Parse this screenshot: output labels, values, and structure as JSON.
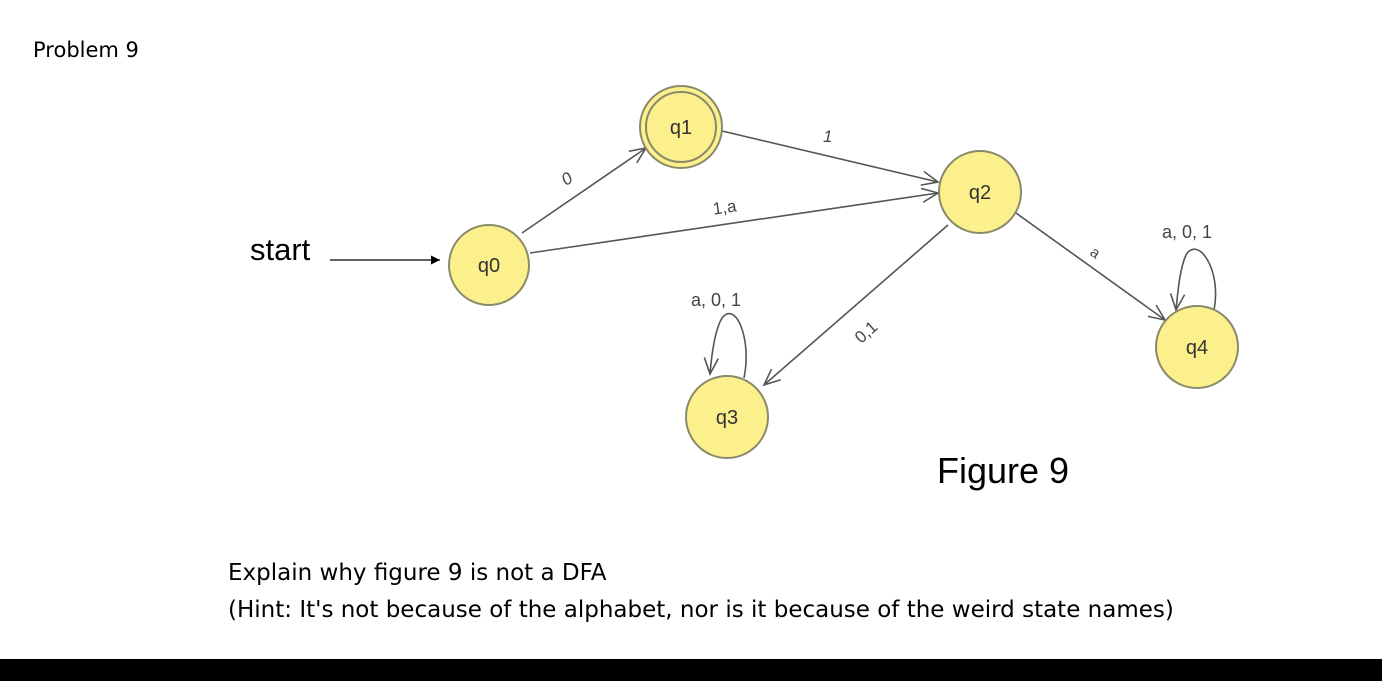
{
  "problem_title": "Problem 9",
  "figure": {
    "caption": "Figure 9",
    "start_label": "start",
    "colors": {
      "state_fill": "#fbf08c",
      "state_stroke": "#8a8a6a",
      "edge": "#555555"
    },
    "states": [
      {
        "id": "q0",
        "label": "q0",
        "accepting": false,
        "start": true
      },
      {
        "id": "q1",
        "label": "q1",
        "accepting": true,
        "start": false
      },
      {
        "id": "q2",
        "label": "q2",
        "accepting": false,
        "start": false
      },
      {
        "id": "q3",
        "label": "q3",
        "accepting": false,
        "start": false
      },
      {
        "id": "q4",
        "label": "q4",
        "accepting": false,
        "start": false
      }
    ],
    "transitions": [
      {
        "from": "q0",
        "to": "q1",
        "label": "0"
      },
      {
        "from": "q0",
        "to": "q2",
        "label": "1,a"
      },
      {
        "from": "q1",
        "to": "q2",
        "label": "1"
      },
      {
        "from": "q2",
        "to": "q3",
        "label": "0,1"
      },
      {
        "from": "q2",
        "to": "q4",
        "label": "a"
      },
      {
        "from": "q3",
        "to": "q3",
        "label": "a, 0, 1"
      },
      {
        "from": "q4",
        "to": "q4",
        "label": "a, 0, 1"
      }
    ]
  },
  "question": {
    "line1": "Explain why figure 9 is not a DFA",
    "line2": "(Hint: It's not because of the alphabet, nor is it because of the weird state names)"
  }
}
